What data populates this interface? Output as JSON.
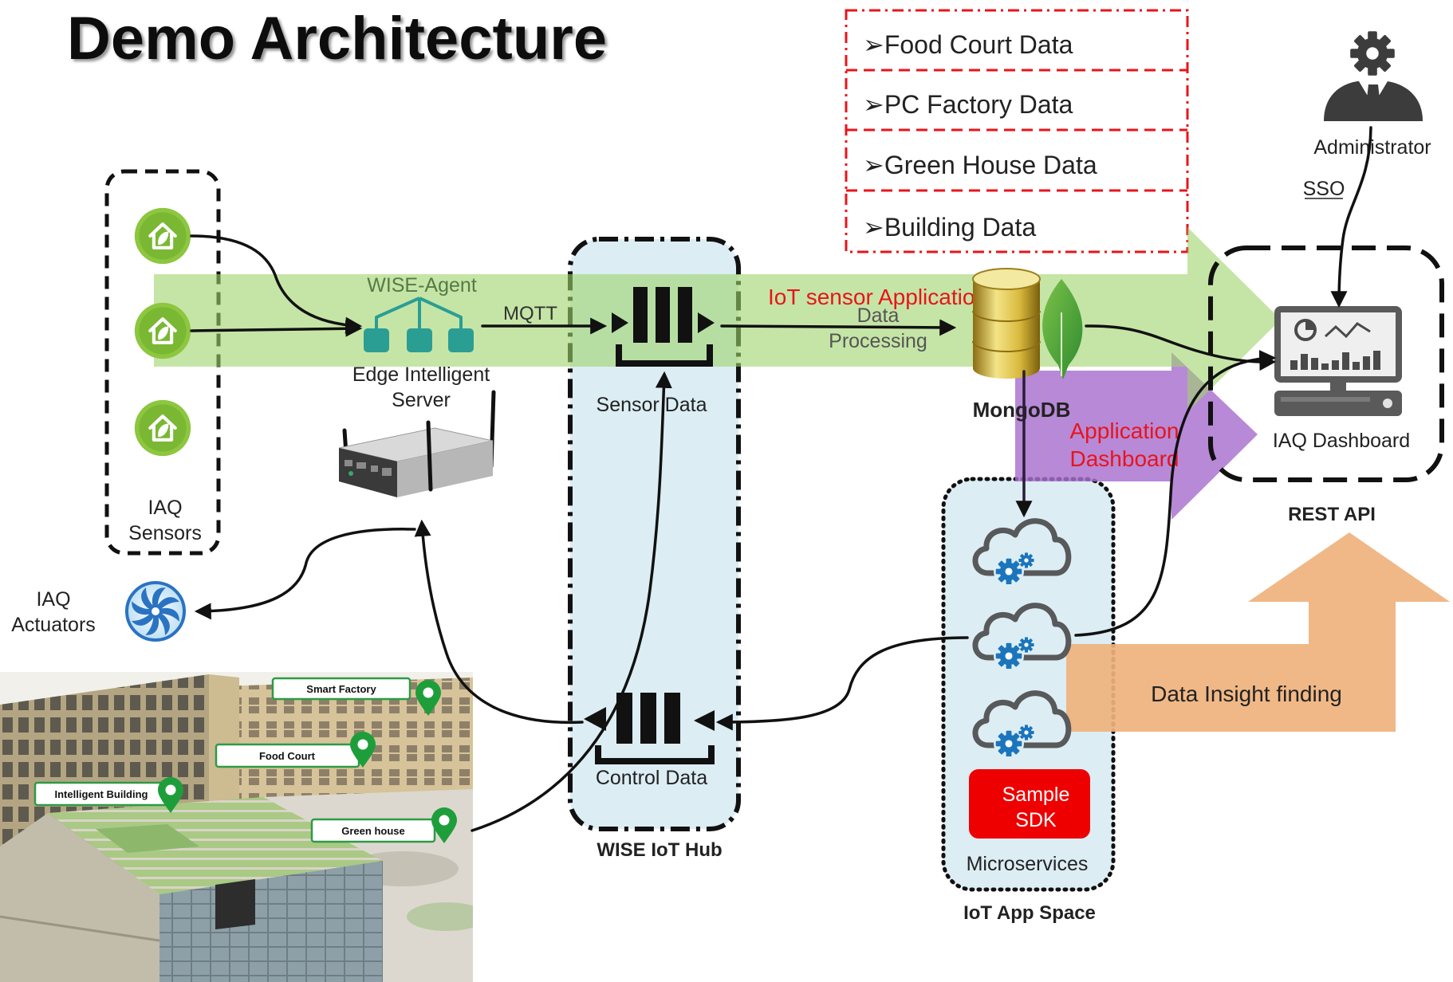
{
  "title": "Demo Architecture",
  "data_sources": {
    "items": [
      "➢Food Court Data",
      "➢PC Factory Data",
      "➢Green House Data",
      "➢Building Data"
    ]
  },
  "administrator": {
    "label": "Administrator",
    "sso": "SSO"
  },
  "iaq_sensors": {
    "line1": "IAQ",
    "line2": "Sensors"
  },
  "iaq_actuators": {
    "line1": "IAQ",
    "line2": "Actuators"
  },
  "edge": {
    "agent": "WISE-Agent",
    "server_line1": "Edge Intelligent",
    "server_line2": "Server",
    "protocol": "MQTT"
  },
  "hub": {
    "title": "WISE IoT Hub",
    "sensor_data": "Sensor Data",
    "control_data": "Control Data"
  },
  "pipeline": {
    "band_label": "IoT sensor Application",
    "processing_line1": "Data",
    "processing_line2": "Processing"
  },
  "database": {
    "label": "MongoDB"
  },
  "app_dashboard": {
    "line1": "Application",
    "line2": "Dashboard"
  },
  "iaq_dashboard": {
    "label": "IAQ Dashboard",
    "api": "REST API"
  },
  "app_space": {
    "title": "IoT App Space",
    "microservices": "Microservices",
    "sdk_line1": "Sample",
    "sdk_line2": "SDK"
  },
  "insight": {
    "label": "Data Insight finding"
  },
  "building": {
    "labels": [
      "Smart Factory",
      "Food Court",
      "Intelligent Building",
      "Green house"
    ]
  },
  "icons": [
    "house-leaf-icon",
    "fan-icon",
    "administrator-icon",
    "network-tree-icon",
    "edge-server-icon",
    "sensor-data-icon",
    "control-data-icon",
    "database-cylinder-icon",
    "mongodb-leaf-icon",
    "dashboard-monitor-icon",
    "cloud-gear-icon",
    "map-pin-icon"
  ],
  "colors": {
    "iot_band": "#9ed36a",
    "app_dashboard_arrow": "#a86fce",
    "insight_arrow": "#efb27c",
    "container_fill": "#dcedf4",
    "data_source_border": "#e8141b",
    "sdk_badge": "#ee0000"
  }
}
